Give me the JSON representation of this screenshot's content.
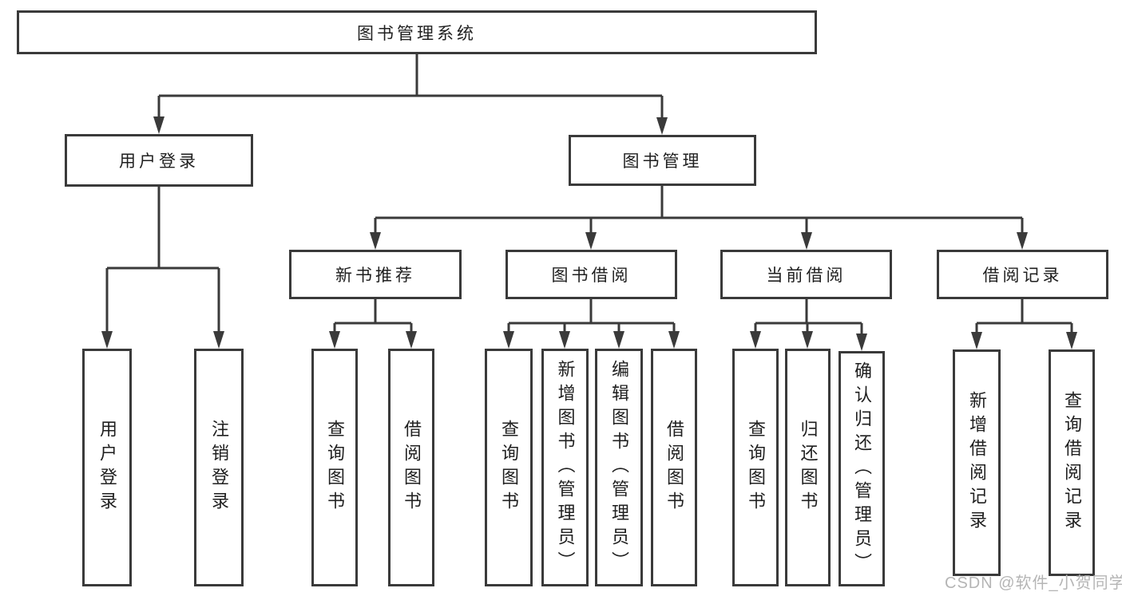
{
  "tree": {
    "root": {
      "label": "图书管理系统"
    },
    "login": {
      "label": "用户登录",
      "children": [
        {
          "label": "用户登录"
        },
        {
          "label": "注销登录"
        }
      ]
    },
    "management": {
      "label": "图书管理",
      "sections": [
        {
          "label": "新书推荐",
          "children": [
            {
              "label": "查询图书"
            },
            {
              "label": "借阅图书"
            }
          ]
        },
        {
          "label": "图书借阅",
          "children": [
            {
              "label": "查询图书"
            },
            {
              "label": "新增图书（管理员）"
            },
            {
              "label": "编辑图书（管理员）"
            },
            {
              "label": "借阅图书"
            }
          ]
        },
        {
          "label": "当前借阅",
          "children": [
            {
              "label": "查询图书"
            },
            {
              "label": "归还图书"
            },
            {
              "label": "确认归还（管理员）"
            }
          ]
        },
        {
          "label": "借阅记录",
          "children": [
            {
              "label": "新增借阅记录"
            },
            {
              "label": "查询借阅记录"
            }
          ]
        }
      ]
    }
  },
  "watermark": {
    "text": "CSDN @软件_小贺同学"
  },
  "colors": {
    "line": "#3a3a3a",
    "text": "#1f1f1f",
    "box_background": "#ffffff",
    "watermark": "#b5b5b5"
  }
}
